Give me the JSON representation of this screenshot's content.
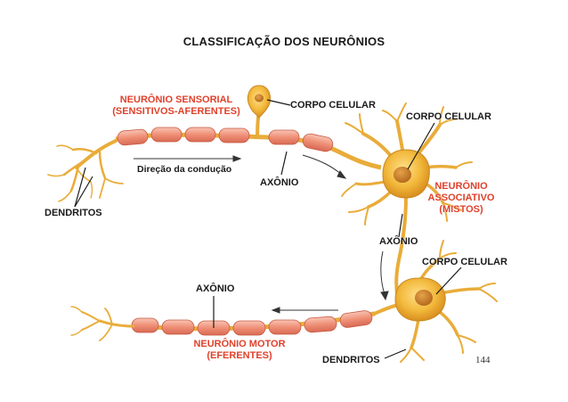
{
  "title": "CLASSIFICAÇÃO DOS NEURÔNIOS",
  "page_number": "144",
  "colors": {
    "label_red": "#e0412b",
    "neuron_body": "#f0b83a",
    "myelin": "#f2a08a",
    "text": "#1a1a1a"
  },
  "sensory": {
    "name_line1": "NEURÔNIO SENSORIAL",
    "name_line2": "(SENSITIVOS-AFERENTES)",
    "cell_body": "CORPO CELULAR",
    "axon": "AXÔNIO",
    "dendrites": "DENDRITOS",
    "direction": "Direção da condução"
  },
  "association": {
    "name_line1": "NEURÔNIO",
    "name_line2": "ASSOCIATIVO",
    "name_line3": "(MISTOS)",
    "cell_body": "CORPO CELULAR",
    "axon": "AXÔNIO"
  },
  "motor": {
    "name_line1": "NEURÔNIO MOTOR",
    "name_line2": "(EFERENTES)",
    "cell_body": "CORPO CELULAR",
    "axon": "AXÔNIO",
    "dendrites": "DENDRITOS"
  }
}
